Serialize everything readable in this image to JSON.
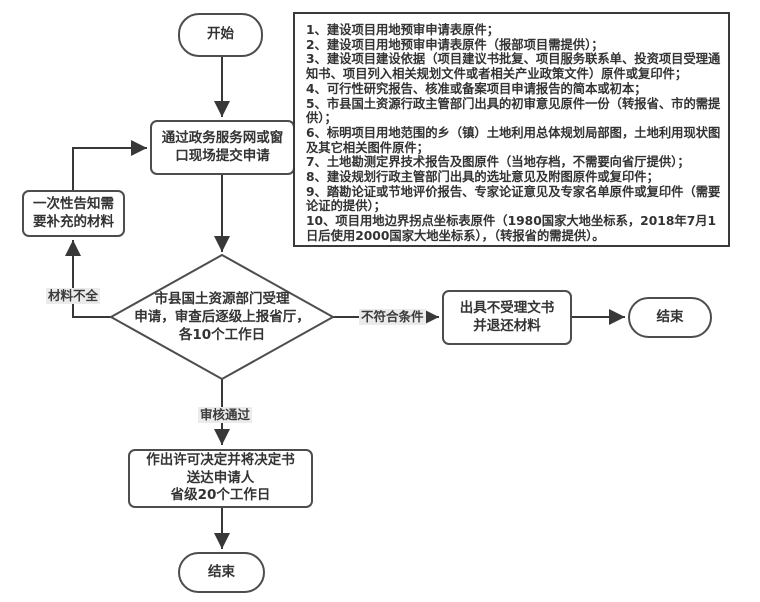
{
  "colors": {
    "background": "#ffffff",
    "line": "#383838",
    "node_border": "#4d4d4d",
    "text": "#333333",
    "edge_label_bg": "#ebebeb"
  },
  "flowchart": {
    "start_label": "开始",
    "submit_label": "通过政务服务网或窗\n口现场提交申请",
    "notify_label": "一次性告知需\n要补充的材料",
    "review_label": "市县国土资源部门受理\n申请，审查后逐级上报省厅，\n各10个工作日",
    "reject_label": "出具不受理文书\n并退还材料",
    "end_right_label": "结束",
    "decide_label": "作出许可决定并将决定书\n送达申请人\n省级20个工作日",
    "end_bottom_label": "结束",
    "edge_labels": {
      "materials_incomplete": "材料不全",
      "not_meet_conditions": "不符合条件",
      "review_passed": "审核通过"
    }
  },
  "materials": {
    "items": [
      "1、建设项目用地预审申请表原件；",
      "2、建设项目用地预审申请表原件（报部项目需提供）；",
      "3、建设项目建设依据（项目建议书批复、项目服务联系单、投资项目受理通知书、项目列入相关规划文件或者相关产业政策文件）原件或复印件；",
      "4、可行性研究报告、核准或备案项目申请报告的简本或初本；",
      "5、市县国土资源行政主管部门出具的初审意见原件一份（转报省、市的需提供）；",
      "6、标明项目用地范围的乡（镇）土地利用总体规划局部图，土地利用现状图及其它相关图件原件；",
      "7、土地勘测定界技术报告及图原件（当地存档，不需要向省厅提供）；",
      "8、建设规划行政主管部门出具的选址意见及附图原件或复印件；",
      "9、踏勘论证或节地评价报告、专家论证意见及专家名单原件或复印件（需要论证的提供）；",
      "10、项目用地边界拐点坐标表原件（1980国家大地坐标系，2018年7月1日后使用2000国家大地坐标系），（转报省的需提供）。"
    ]
  }
}
